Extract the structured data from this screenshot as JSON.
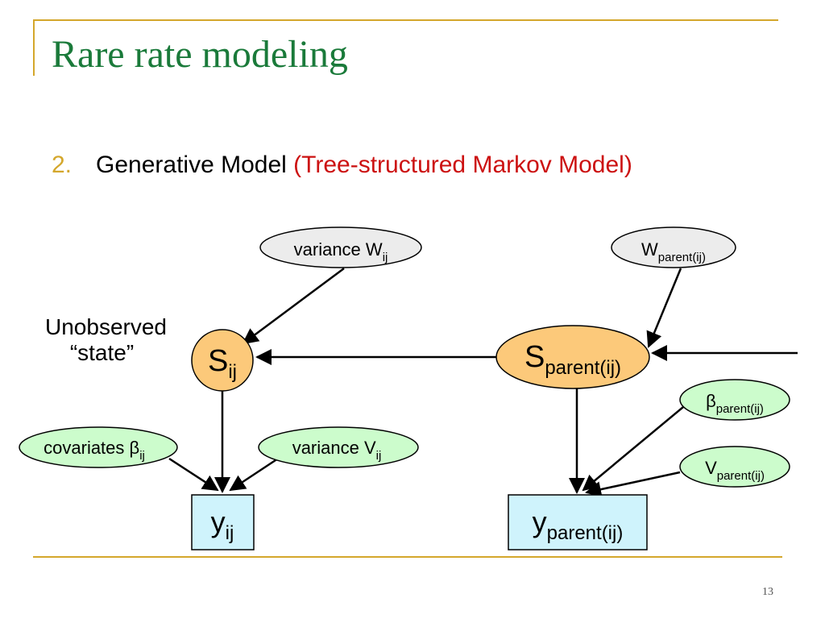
{
  "slide": {
    "title": "Rare rate modeling",
    "bullet_number": "2.",
    "bullet_text": "Generative Model",
    "bullet_paren": "(Tree-structured Markov Model)",
    "page_number": "13"
  },
  "diagram": {
    "unobserved_label_line1": "Unobserved",
    "unobserved_label_line2": "“state”",
    "nodes": {
      "variance_w": {
        "base": "variance W",
        "sub": "ij"
      },
      "w_parent": {
        "base": "W",
        "sub": "parent(ij)"
      },
      "s_ij": {
        "base": "S",
        "sub": "ij"
      },
      "s_parent": {
        "base": "S",
        "sub": "parent(ij)"
      },
      "beta_parent": {
        "base": "β",
        "sub": "parent(ij)"
      },
      "v_parent": {
        "base": "V",
        "sub": "parent(ij)"
      },
      "covariates_beta": {
        "base": "covariates β",
        "sub": "ij"
      },
      "variance_v": {
        "base": "variance V",
        "sub": "ij"
      },
      "y_ij": {
        "base": "y",
        "sub": "ij"
      },
      "y_parent": {
        "base": "y",
        "sub": "parent(ij)"
      }
    },
    "colors": {
      "gray_node": "#ececec",
      "orange_node": "#fcc97a",
      "green_node": "#ccfccc",
      "blue_node": "#cff3fc",
      "title_green": "#1a7a3a",
      "accent_gold": "#d4a72c",
      "paren_red": "#cc1111"
    }
  }
}
